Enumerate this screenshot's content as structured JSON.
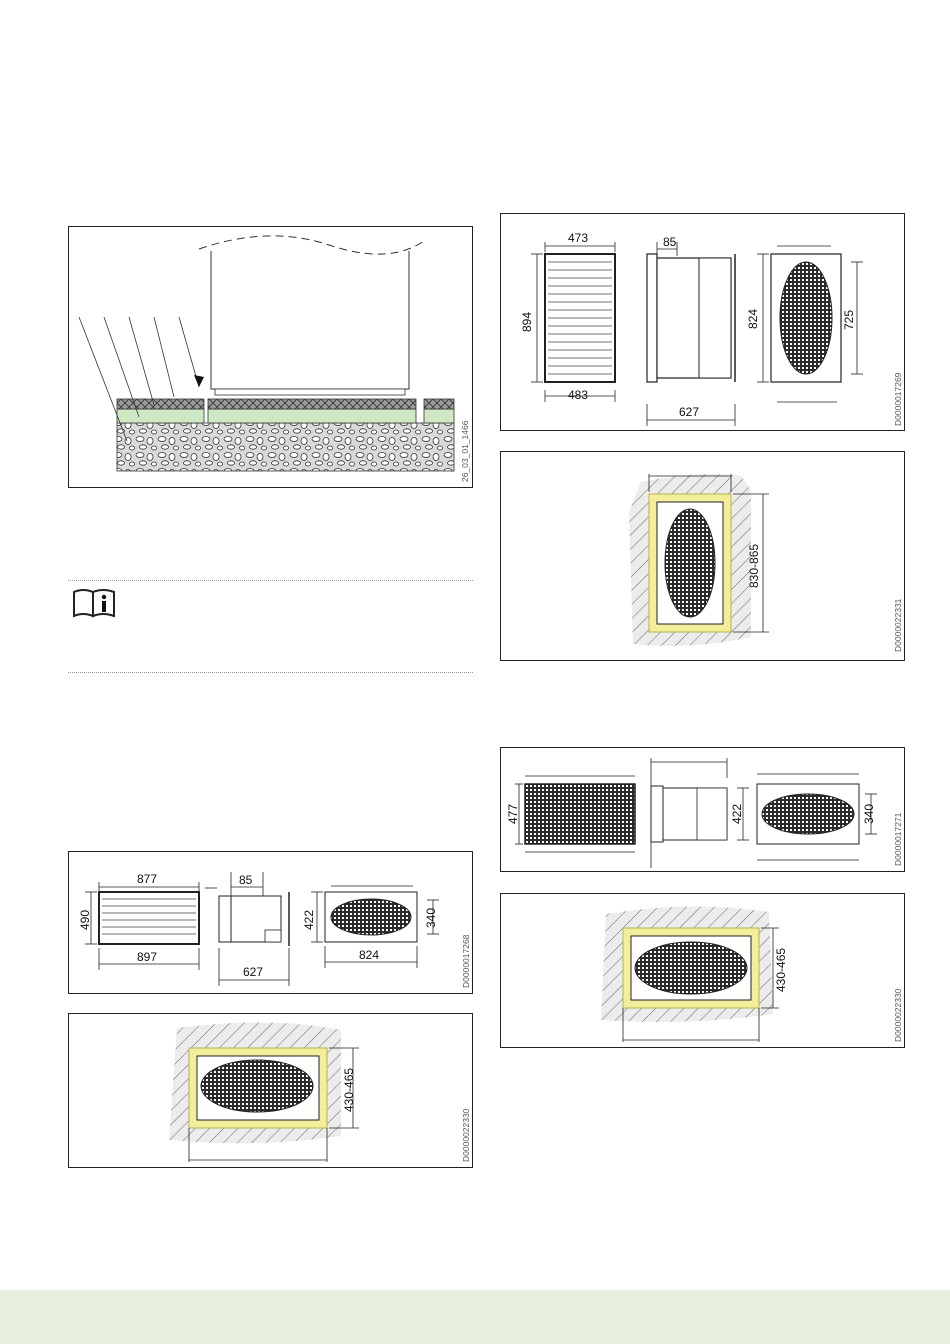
{
  "figures": {
    "foundation": {
      "code": "26_03_01_1466"
    },
    "vertical_grille": {
      "width_top": "473",
      "height": "894",
      "width_bottom": "483",
      "depth_offset": "85",
      "depth": "627",
      "height_right": "824",
      "grid_height": "725",
      "code": "D0000017269"
    },
    "vertical_opening": {
      "range": "830-865",
      "code": "D0000022331"
    },
    "horizontal_grille_right": {
      "height_left": "477",
      "height_mid": "422",
      "height_right": "340",
      "code": "D0000017271"
    },
    "horizontal_opening_right": {
      "range": "430-465",
      "code": "D0000022330"
    },
    "horizontal_grille_left": {
      "width_top": "877",
      "height": "490",
      "width_bottom": "897",
      "depth_offset": "85",
      "depth": "627",
      "height_mid": "422",
      "height_right": "340",
      "width_right": "824",
      "code": "D0000017268"
    },
    "horizontal_opening_left": {
      "range": "430-465",
      "code": "D0000022330"
    }
  },
  "icons": {
    "info": "info-book-icon"
  },
  "colors": {
    "insulation": "#f3ee9c",
    "insulation_border": "#b7b24a",
    "gravel": "#d4d4d4",
    "green_layer": "#cfe8c4",
    "footer": "#e8efdc"
  }
}
